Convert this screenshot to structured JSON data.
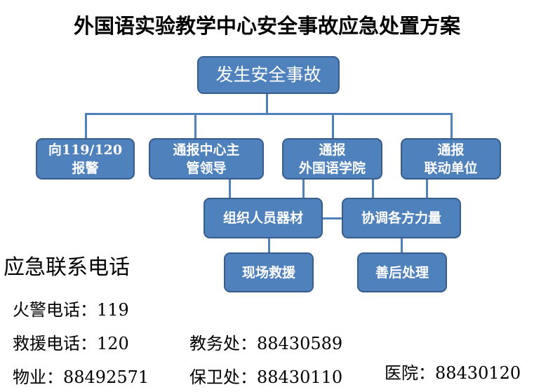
{
  "title": "外国语实验教学中心安全事故应急处置方案",
  "flow": {
    "root": "发生安全事故",
    "level1": [
      [
        "向119/120",
        "报警"
      ],
      [
        "通报中心主",
        "管领导"
      ],
      [
        "通报",
        "外国语学院"
      ],
      [
        "通报",
        "联动单位"
      ]
    ],
    "level2": [
      "组织人员器材",
      "协调各方力量"
    ],
    "level3": [
      "现场救援",
      "善后处理"
    ]
  },
  "contacts": {
    "heading": "应急联系电话",
    "items": [
      "火警电话：119",
      "救援电话：120",
      "教务处：88430589",
      "物业：88492571",
      "保卫处：88430110",
      "医院：88430120"
    ]
  },
  "colors": {
    "box": "#4f81bd",
    "border": "#385d8a"
  }
}
